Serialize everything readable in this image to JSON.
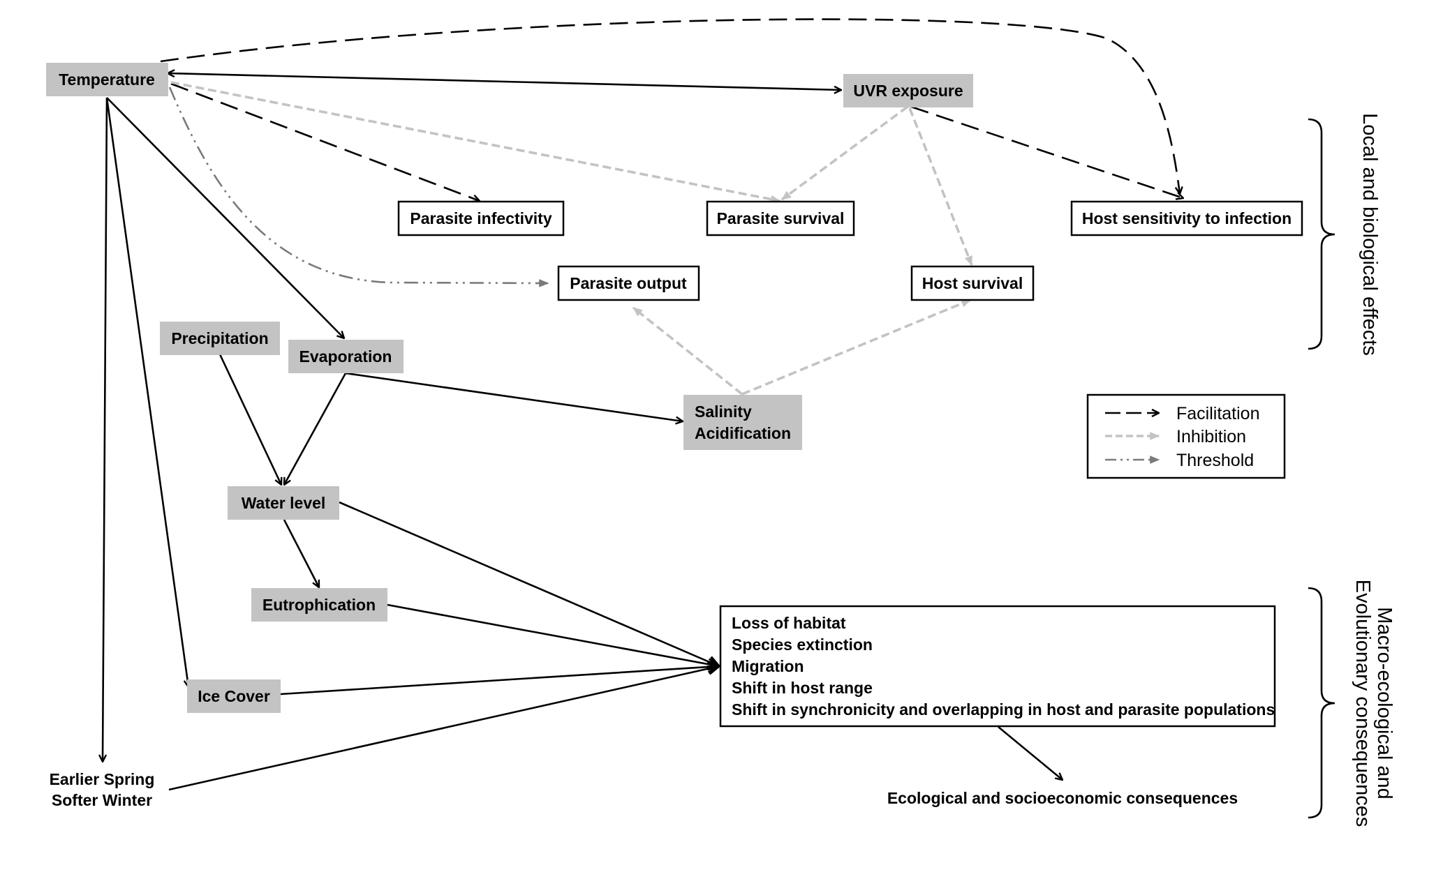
{
  "nodes": {
    "temperature": "Temperature",
    "uvr_exposure": "UVR exposure",
    "parasite_infectivity": "Parasite infectivity",
    "parasite_survival": "Parasite survival",
    "host_sensitivity": "Host sensitivity to infection",
    "parasite_output": "Parasite output",
    "host_survival": "Host survival",
    "precipitation": "Precipitation",
    "evaporation": "Evaporation",
    "salinity_line1": "Salinity",
    "salinity_line2": "Acidification",
    "water_level": "Water level",
    "eutrophication": "Eutrophication",
    "ice_cover": "Ice Cover",
    "earlier_spring": "Earlier Spring",
    "softer_winter": "Softer Winter",
    "consequences_box": [
      "Loss of habitat",
      "Species extinction",
      "Migration",
      "Shift in host range",
      "Shift in synchronicity and overlapping in host and parasite populations"
    ],
    "ecological_consequences": "Ecological and socioeconomic consequences"
  },
  "legend": {
    "facilitation": "Facilitation",
    "inhibition": "Inhibition",
    "threshold": "Threshold"
  },
  "side_labels": {
    "local": "Local and biological effects",
    "macro_line1": "Macro-ecological and",
    "macro_line2": "Evolutionary consequences"
  },
  "colors": {
    "gray_node": "#c3c3c3",
    "facilitation": "#000000",
    "inhibition": "#c3c3c3",
    "threshold": "#7a7a7a"
  }
}
